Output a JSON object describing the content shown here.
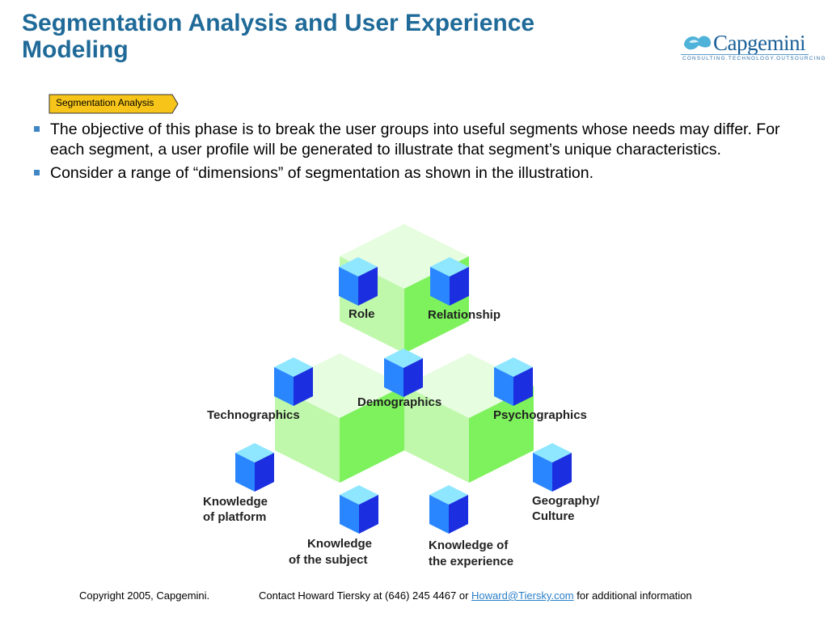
{
  "header": {
    "title_line1": "Segmentation Analysis and User Experience",
    "title_line2": "Modeling"
  },
  "logo": {
    "wordmark": "Capgemini",
    "tagline": "CONSULTING.TECHNOLOGY.OUTSOURCING"
  },
  "phase_tag": {
    "label": "Segmentation Analysis"
  },
  "bullets": [
    "The objective of this phase is to break the user groups into useful segments whose needs may differ. For each segment, a user profile will be generated to illustrate that segment’s unique characteristics.",
    "Consider a range of “dimensions” of segmentation as shown in the illustration."
  ],
  "diagram": {
    "labels": {
      "role": "Role",
      "relationship": "Relationship",
      "demographics": "Demographics",
      "technographics": "Technographics",
      "psychographics": "Psychographics",
      "knowledge_platform_1": "Knowledge",
      "knowledge_platform_2": "of platform",
      "geography_1": "Geography/",
      "geography_2": "Culture",
      "knowledge_subject_1": "Knowledge",
      "knowledge_subject_2": "of the subject",
      "knowledge_experience_1": "Knowledge of",
      "knowledge_experience_2": "the experience"
    },
    "colors": {
      "green_top": "#e6fde0",
      "green_left": "#bff8ab",
      "green_right": "#7df25c",
      "cube_top": "#8ee7ff",
      "cube_left": "#2a86ff",
      "cube_right": "#1b2fe0"
    }
  },
  "footer": {
    "copyright": "Copyright 2005, Capgemini.",
    "contact_prefix": "Contact Howard Tiersky at (646) 245 4467 or ",
    "email": "Howard@Tiersky.com",
    "contact_suffix": " for additional information"
  }
}
